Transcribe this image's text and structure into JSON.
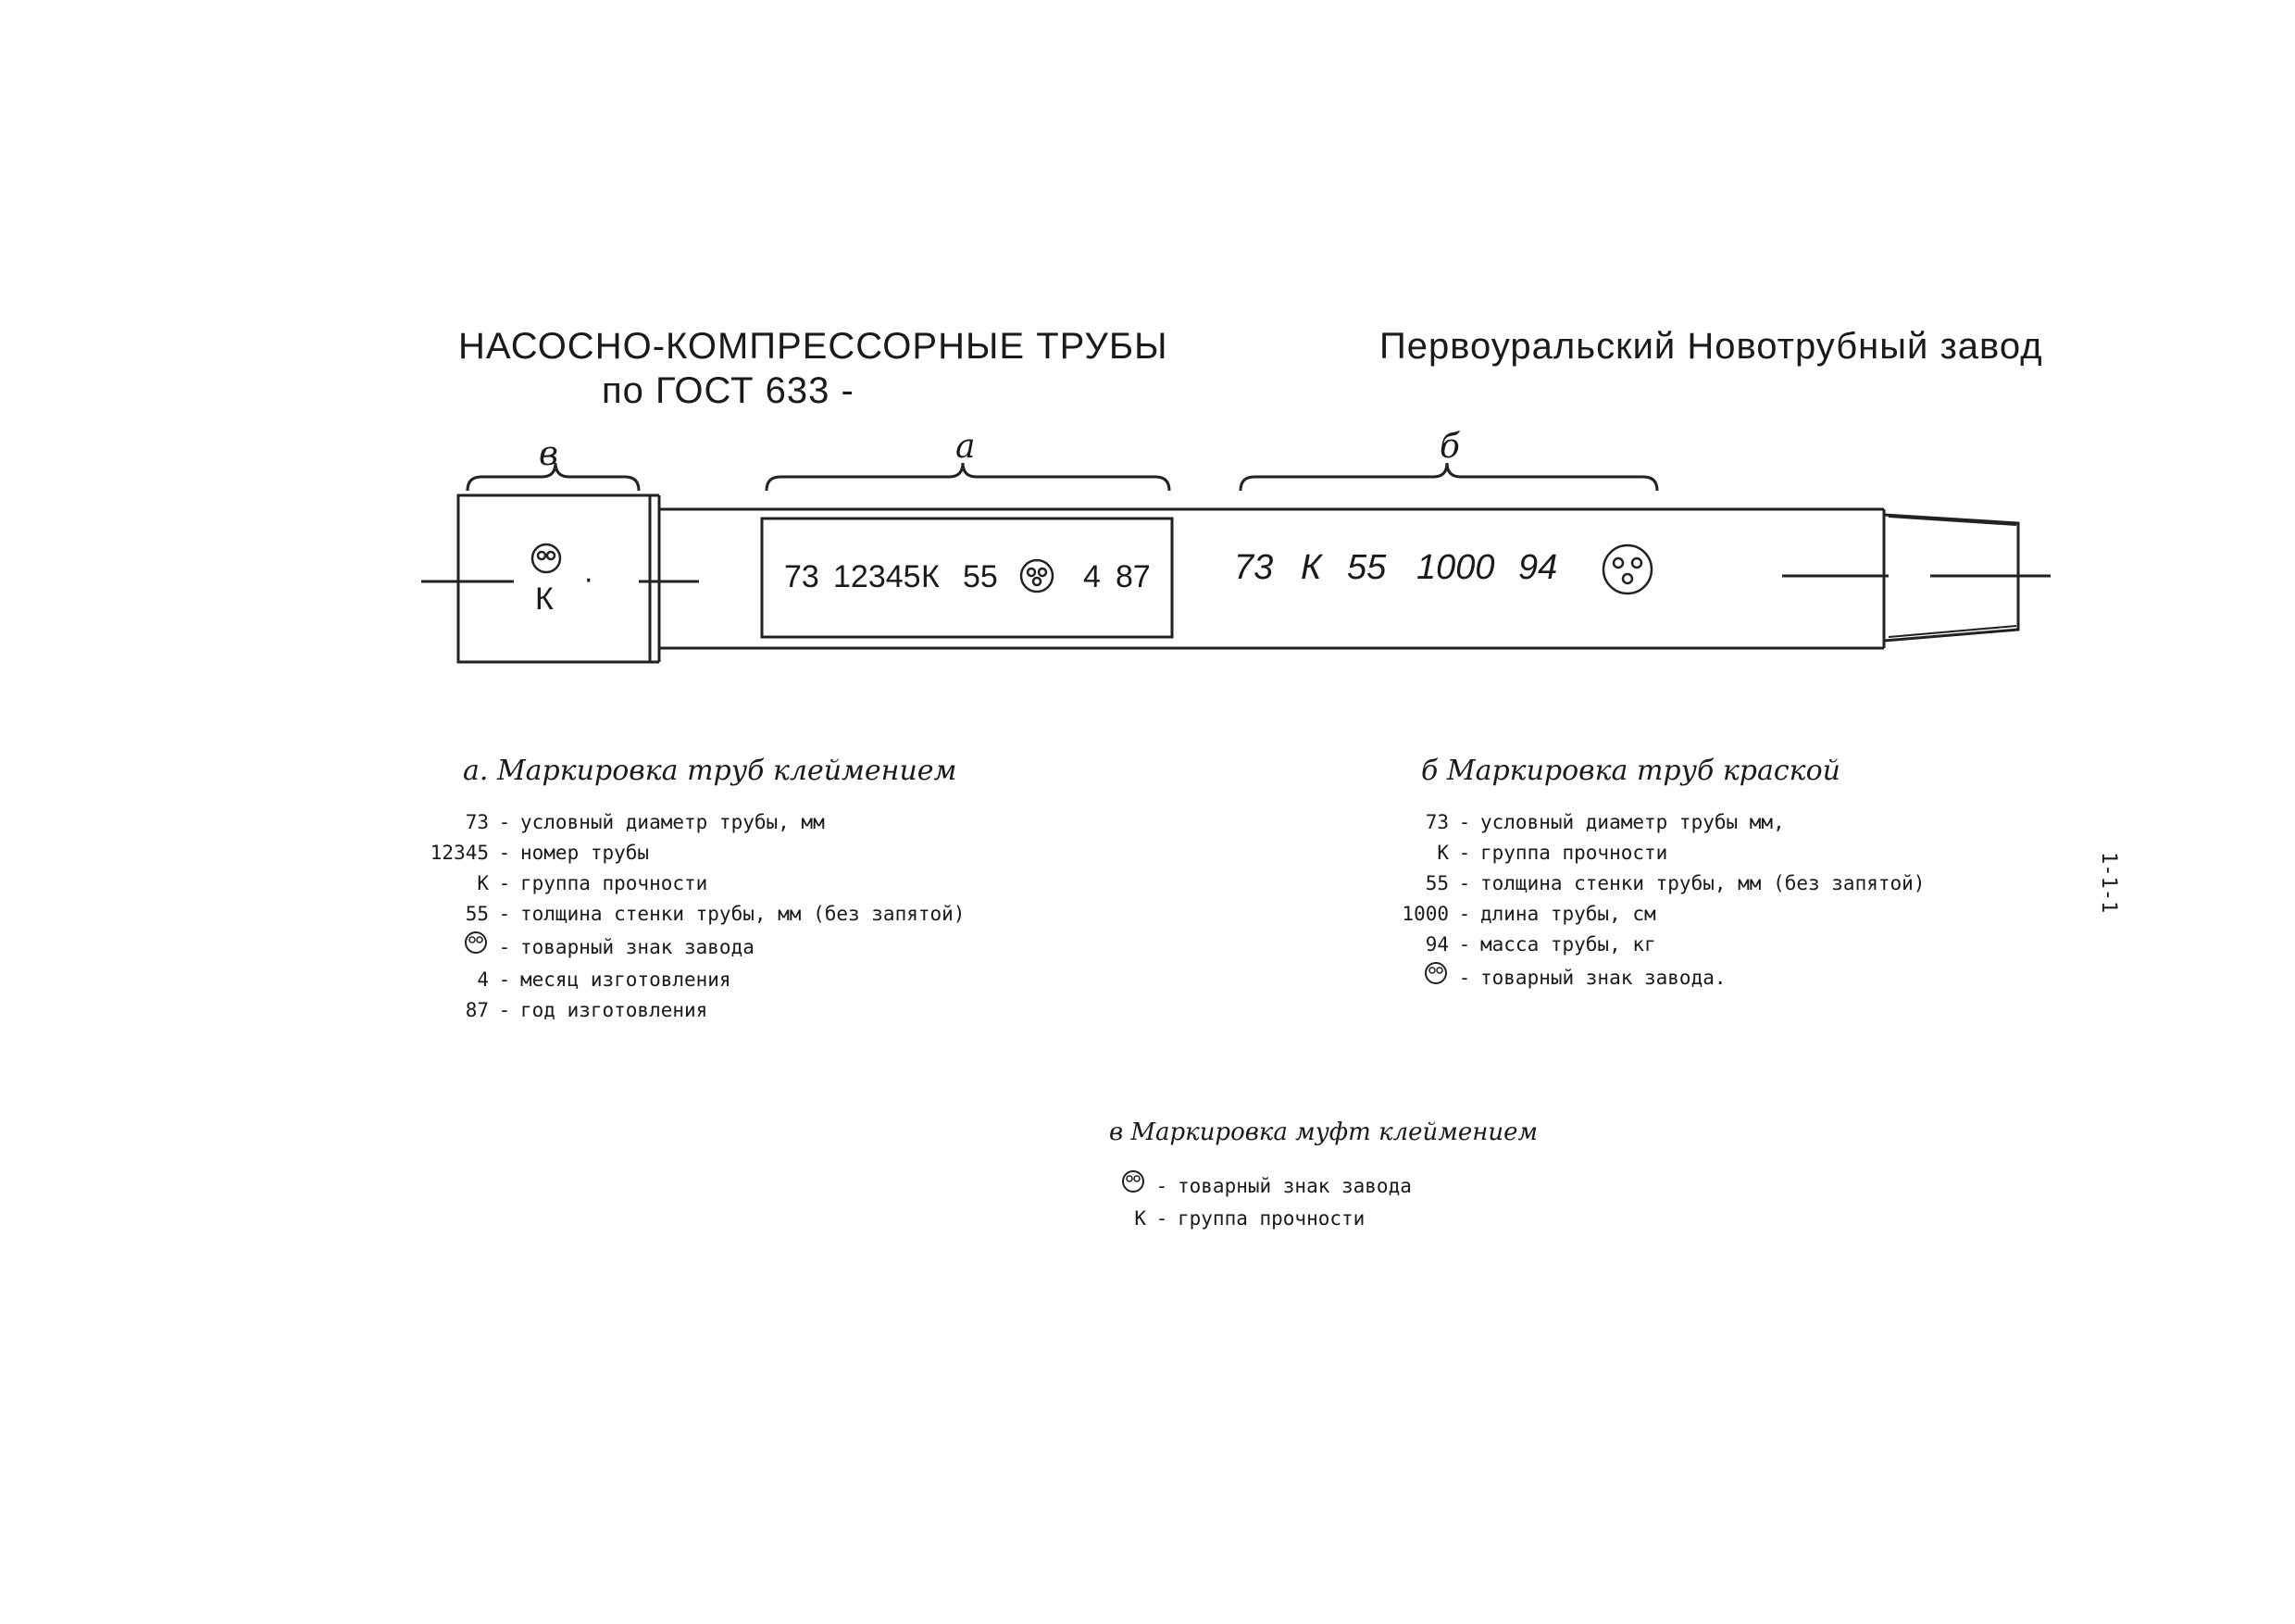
{
  "header": {
    "title_line1": "НАСОСНО-КОМПРЕССОРНЫЕ ТРУБЫ",
    "title_line2": "по ГОСТ 633 -",
    "plant": "Первоуральский Новотрубный завод"
  },
  "drawing": {
    "brace_v_label": "в",
    "brace_a_label": "а",
    "brace_b_label": "б",
    "coupling_mark_k": "К",
    "mark_a": [
      "73",
      "12345",
      "К",
      "55",
      "4",
      "87"
    ],
    "mark_b": [
      "73",
      "К",
      "55",
      "1000",
      "94"
    ]
  },
  "legend_a": {
    "title": "а. Маркировка труб клеймением",
    "items": [
      {
        "code": "73",
        "text": "условный диаметр трубы, мм"
      },
      {
        "code": "12345",
        "text": "номер трубы"
      },
      {
        "code": "К",
        "text": "группа прочности"
      },
      {
        "code": "55",
        "text": "толщина стенки трубы, мм (без запятой)"
      },
      {
        "code": "",
        "text": "товарный знак завода"
      },
      {
        "code": "4",
        "text": "месяц изготовления"
      },
      {
        "code": "87",
        "text": "год изготовления"
      }
    ]
  },
  "legend_b": {
    "title": "б Маркировка труб краской",
    "items": [
      {
        "code": "73",
        "text": "условный диаметр трубы мм,"
      },
      {
        "code": "К",
        "text": "группа прочности"
      },
      {
        "code": "55",
        "text": "толщина стенки трубы, мм (без запятой)"
      },
      {
        "code": "1000",
        "text": "длина трубы, см"
      },
      {
        "code": "94",
        "text": "масса трубы, кг"
      },
      {
        "code": "",
        "text": "товарный знак завода."
      }
    ]
  },
  "legend_v": {
    "title": "в Маркировка муфт клеймением",
    "items": [
      {
        "code": "",
        "text": "товарный знак завода"
      },
      {
        "code": "К",
        "text": "группа прочности"
      }
    ]
  },
  "side_note": "1-1-1"
}
